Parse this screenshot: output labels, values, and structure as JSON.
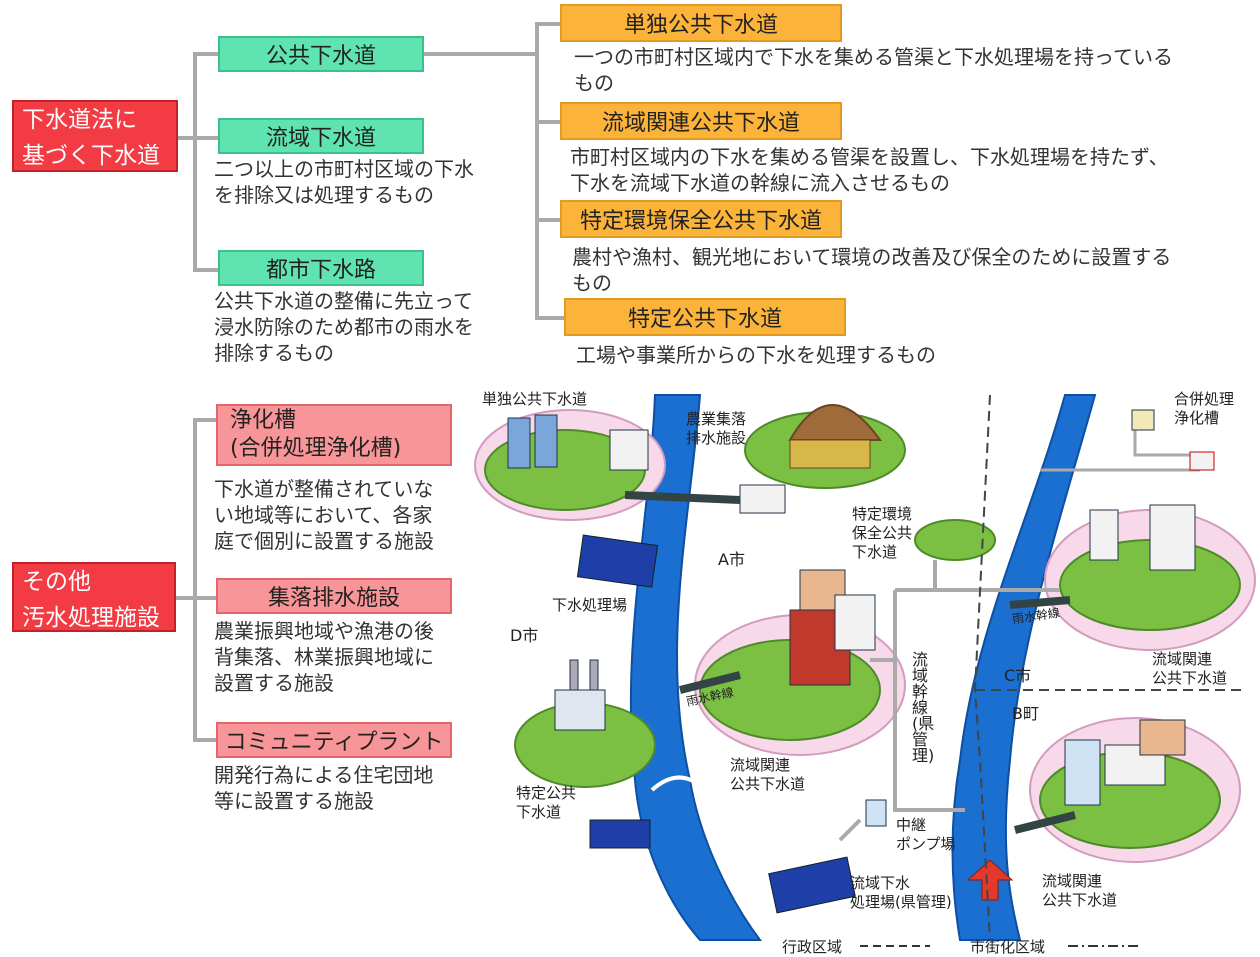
{
  "tree1": {
    "root": [
      "下水道法に",
      "基づく下水道"
    ],
    "public_sewer": "公共下水道",
    "basin_sewer": "流域下水道",
    "basin_sewer_desc": [
      "二つ以上の市町村区域の下水",
      "を排除又は処理するもの"
    ],
    "urban_drain": "都市下水路",
    "urban_drain_desc": [
      "公共下水道の整備に先立って",
      "浸水防除のため都市の雨水を",
      "排除するもの"
    ],
    "sub": [
      {
        "label": "単独公共下水道",
        "desc": [
          "一つの市町村区域内で下水を集める管渠と下水処理場を持っている",
          "もの"
        ]
      },
      {
        "label": "流域関連公共下水道",
        "desc": [
          "市町村区域内の下水を集める管渠を設置し、下水処理場を持たず、",
          "下水を流域下水道の幹線に流入させるもの"
        ]
      },
      {
        "label": "特定環境保全公共下水道",
        "desc": [
          "農村や漁村、観光地において環境の改善及び保全のために設置する",
          "もの"
        ]
      },
      {
        "label": "特定公共下水道",
        "desc": [
          "工場や事業所からの下水を処理するもの"
        ]
      }
    ]
  },
  "tree2": {
    "root": [
      "その他",
      "汚水処理施設"
    ],
    "items": [
      {
        "label": [
          "浄化槽",
          "(合併処理浄化槽)"
        ],
        "desc": [
          "下水道が整備されていな",
          "い地域等において、各家",
          "庭で個別に設置する施設"
        ]
      },
      {
        "label": [
          "集落排水施設"
        ],
        "desc": [
          "農業振興地域や漁港の後",
          "背集落、林業振興地域に",
          "設置する施設"
        ]
      },
      {
        "label": [
          "コミュニティプラント"
        ],
        "desc": [
          "開発行為による住宅団地",
          "等に設置する施設"
        ]
      }
    ]
  },
  "map": {
    "labels": {
      "solo_sewer": "単独公共下水道",
      "farm_drain": [
        "農業集落",
        "排水施設"
      ],
      "septic": [
        "合併処理",
        "浄化槽"
      ],
      "env_sewer": [
        "特定環境",
        "保全公共",
        "下水道"
      ],
      "city_a": "A市",
      "treatment_plant": "下水処理場",
      "city_d": "D市",
      "rain_trunk_left": "雨水幹線",
      "rain_trunk_right": "雨水幹線",
      "basin_trunk": "流域幹線(県管理)",
      "city_c": "C市",
      "basin_related_right": [
        "流域関連",
        "公共下水道"
      ],
      "town_b": "B町",
      "basin_related_center": [
        "流域関連",
        "公共下水道"
      ],
      "specific_sewer": [
        "特定公共",
        "下水道"
      ],
      "relay_pump": [
        "中継",
        "ポンプ場"
      ],
      "basin_plant": [
        "流域下水",
        "処理場(県管理)"
      ],
      "basin_related_bottom": [
        "流域関連",
        "公共下水道"
      ]
    },
    "legend": {
      "admin": "行政区域",
      "urban": "市街化区域"
    }
  }
}
